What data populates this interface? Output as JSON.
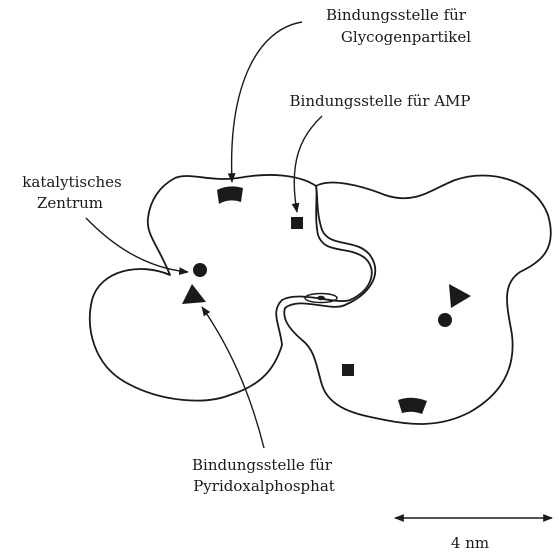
{
  "labels": {
    "glycogen_line1": "Bindungsstelle für",
    "glycogen_line2": "Glycogenpartikel",
    "amp": "Bindungsstelle für AMP",
    "catalytic_line1": "katalytisches",
    "catalytic_line2": "Zentrum",
    "pyridoxal_line1": "Bindungsstelle für",
    "pyridoxal_line2": "Pyridoxalphosphat",
    "scale": "4 nm"
  },
  "colors": {
    "ink": "#1a1a1a",
    "background": "#ffffff"
  }
}
